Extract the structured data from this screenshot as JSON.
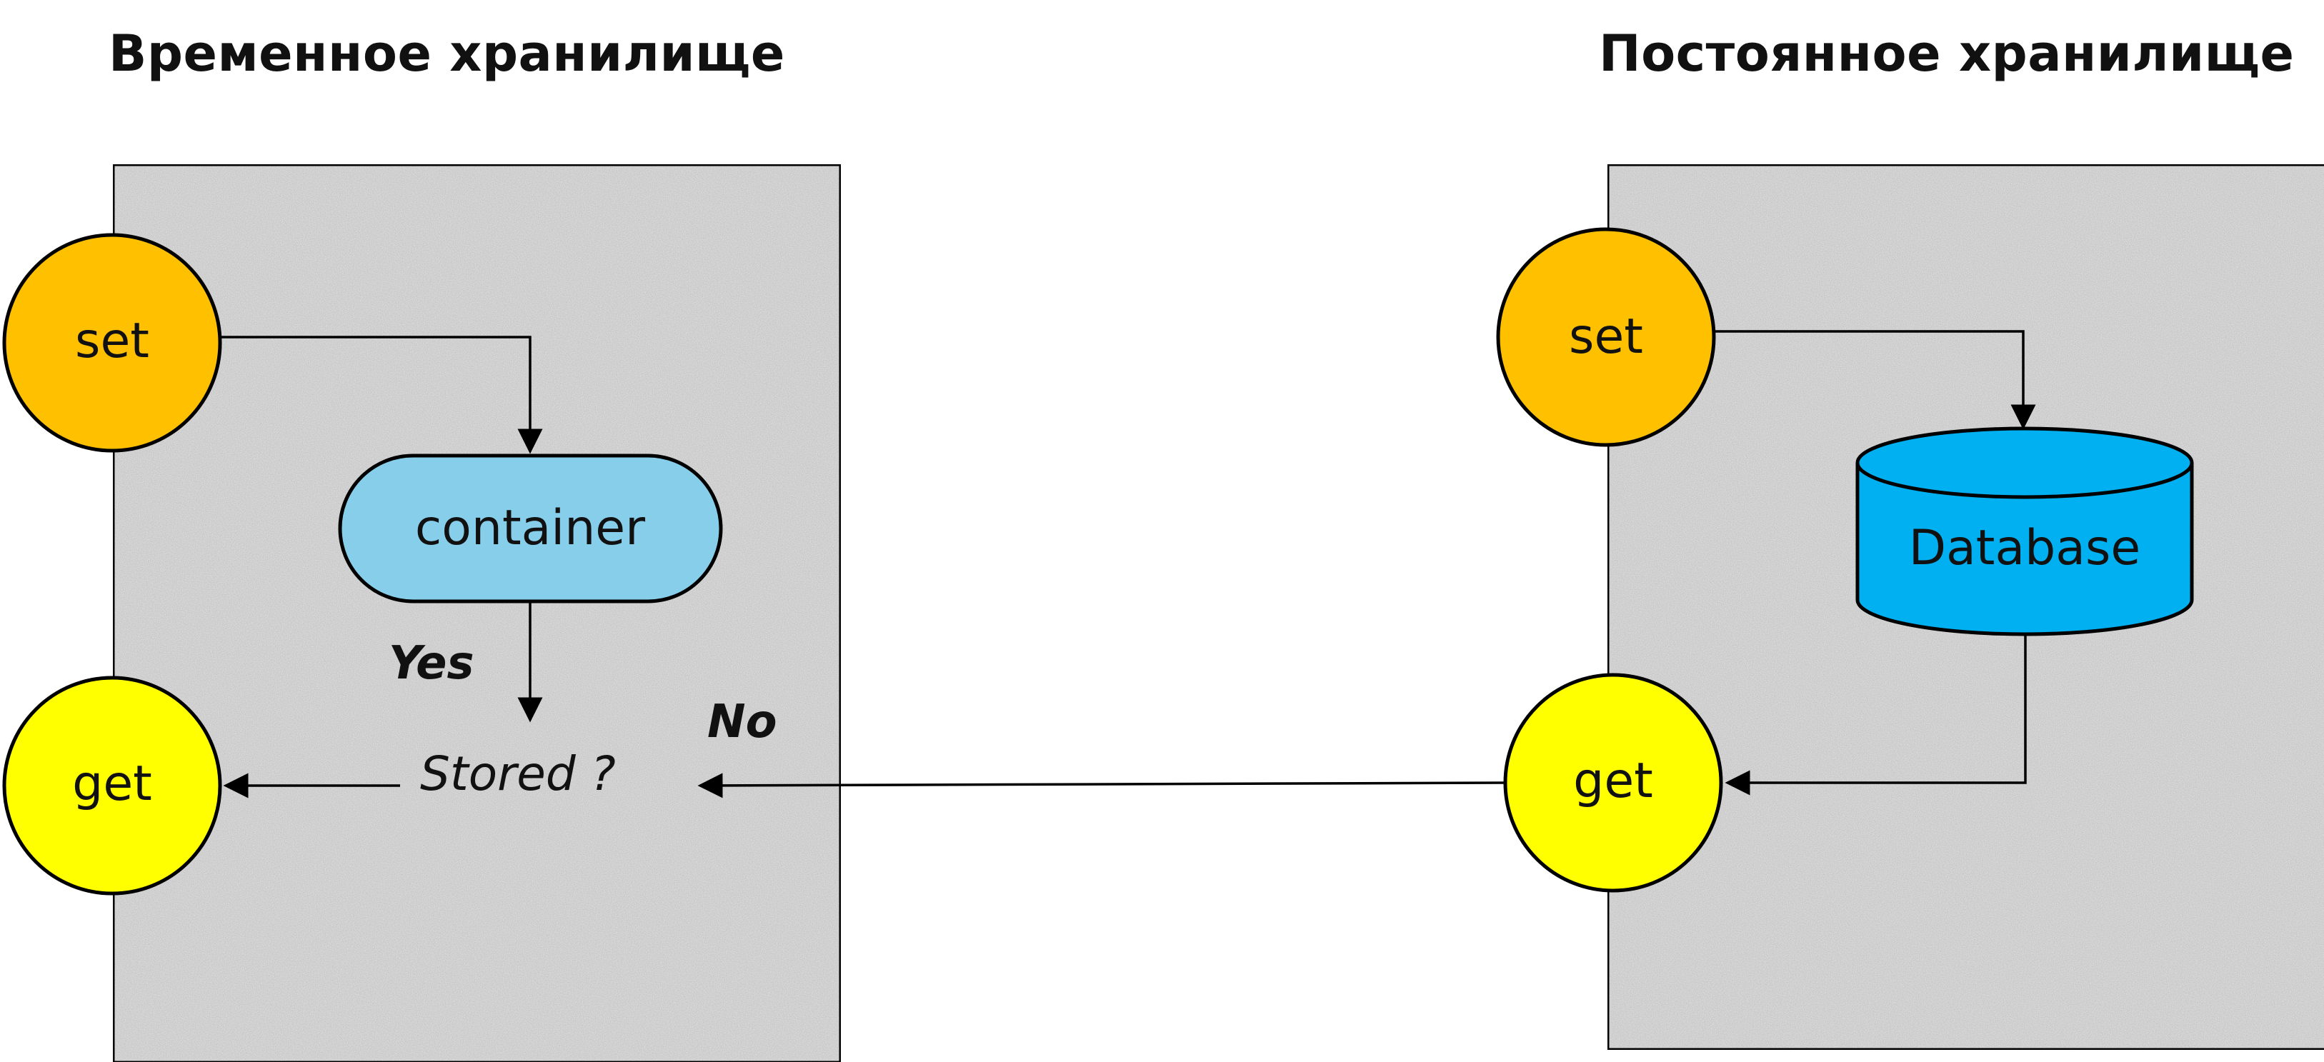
{
  "panels": {
    "left": {
      "title": "Временное хранилище",
      "set_label": "set",
      "container_label": "container",
      "get_label": "get",
      "yes_label": "Yes",
      "decision_label": "Stored ?"
    },
    "right": {
      "title": "Постоянное хранилище",
      "set_label": "set",
      "database_label": "Database",
      "get_label": "get"
    }
  },
  "no_label": "No",
  "colors": {
    "set": "#ffc000",
    "get": "#ffff00",
    "container": "#87ceeb",
    "database": "#00b0f0",
    "panel_fill": "#e4e4e4",
    "stroke": "#000000"
  }
}
